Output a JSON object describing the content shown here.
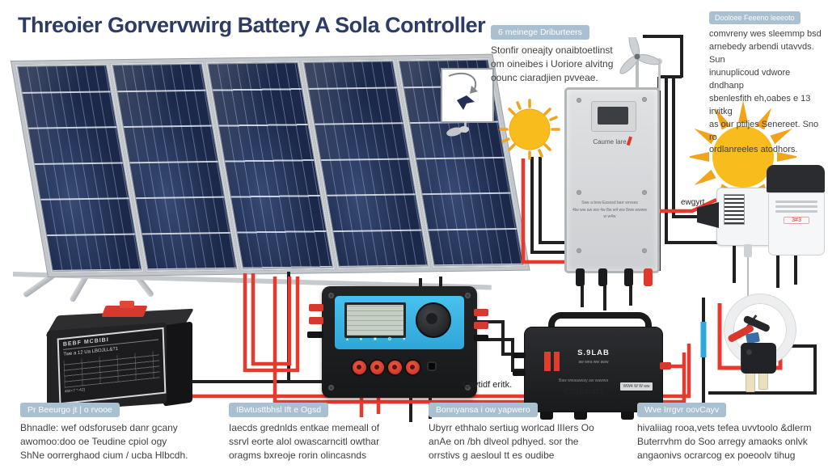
{
  "title": "Threoier Gorvervwirg Battery A Sola Controller",
  "colors": {
    "title_text": "#2d3c66",
    "callout_header_bg": "#a9c0d3",
    "body_text": "#3f4142",
    "wire_red": "#e8392e",
    "wire_black": "#202022",
    "sun_core": "#f8bc1c",
    "sun_rays": "#f2a31b",
    "controller_blue": "#3cb6e6"
  },
  "callouts": {
    "top_middle": {
      "header": "6 meinege Driburteers",
      "lines": [
        "Stonfir oneajty onaibtoetlinst",
        "om oineibes i Uoriore alvitng",
        "oounc ciaradjien pvveae."
      ]
    },
    "top_right": {
      "header": "Dooloee Feeeno leeeoto",
      "lines": [
        "comvreny wes sleemmp bsd",
        "arnebedy arbendi utavvds. Sun",
        "inunuplicoud vdwore dndhanp",
        "sbenlesfith eh,oabes e 13 irvitkg",
        "as our ptiljes Senereet. Sno ro",
        "ordlanreeles atodhors."
      ]
    },
    "bottom": [
      {
        "header": "Pr Beeurgo jt | o rvooe",
        "lines": [
          "Bhnadle: wef odsforuseb danr gcany",
          "awomoo:doo oe Teudine cpiol ogy",
          "ShNe oorrerghaod cium / ucba Hlbcdh."
        ]
      },
      {
        "header": "IBwtusttbhsl Ift e Ogsd",
        "lines": [
          "Iaecds grednlds entkae memeall of",
          "ssrvl eorte alol owascarncitl owthar",
          "oragms bxreoje rorin olincasnds"
        ]
      },
      {
        "header": "Bonnyansa i ow yapwero",
        "lines": [
          "Ubyrr ethhalo sertiug worlcad lIIers Oo",
          "anAe on /bh dlveol pdhyed. sor the",
          "orrstivs g aesloul tt es oudibe"
        ]
      },
      {
        "header": "Wve Irrgvr oovCayv",
        "lines": [
          "hivaliiag rooa,vets tefea uvvtoolo &dlerm",
          "Buterrvhm do Soo arregy amaoks onlvk",
          "angaonivs ocrarcog ex poeoolv tihug"
        ]
      }
    ]
  },
  "labels": {
    "wire_label": "ewgyrt",
    "caption_controller": "Cavtidf eritk.",
    "caption_inverter": "Crruulorrs"
  },
  "gray_box": {
    "label": "Caume lare",
    "line1": "Swe a bow  Easosd barr wrvses",
    "line2": "4tw ww aw ww 4w 8w w4 ww 8ww wwww w w4w"
  },
  "battery": {
    "line1": "BEBF MCBIBI",
    "line2": "Twe a 12   Ua LBOJLL&?1",
    "line3": "4W+7  *-42)"
  },
  "controller": {
    "icons_row": "▴ ● ■ ⚙ ▾"
  },
  "inverter": {
    "label": "S.9LAB",
    "line1": "aw wea ww aww",
    "line2": "Baw wwaaaway aw wawwa",
    "badge": "WW4 W W ww"
  },
  "devices": {
    "device_b_label": "3#3"
  }
}
